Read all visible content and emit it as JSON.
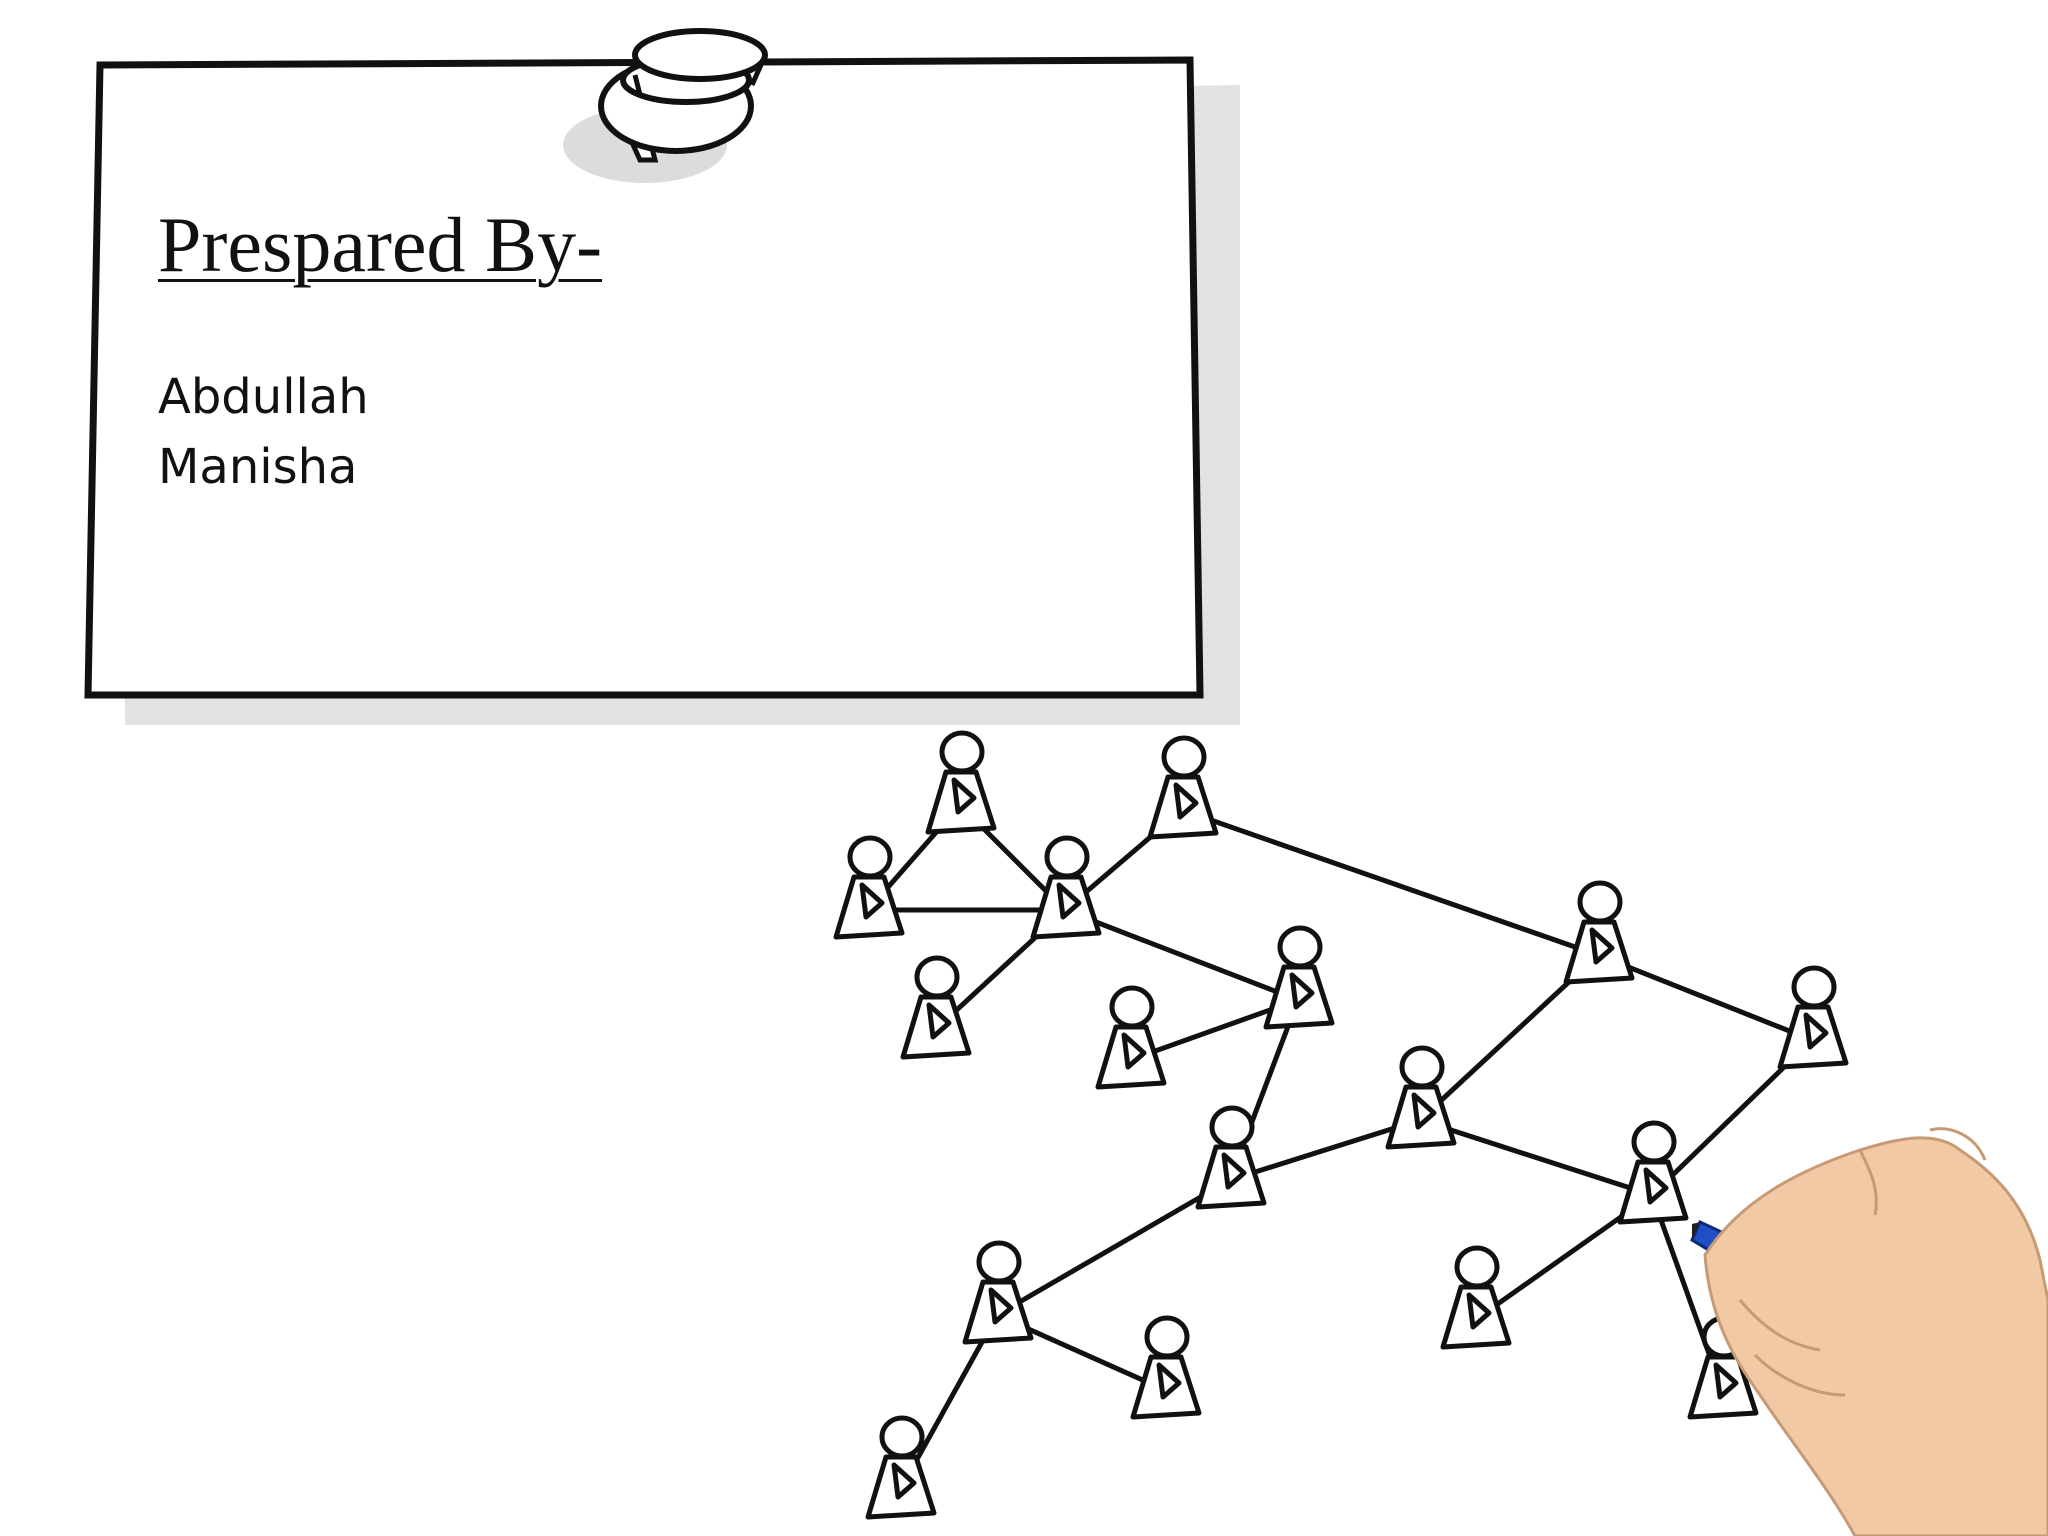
{
  "note": {
    "heading": "Prespared By-",
    "names": [
      "Abdullah",
      "Manisha"
    ]
  },
  "icons": {
    "pin": "pushpin-icon",
    "network": "social-network-illustration",
    "hand": "hand-with-pen-illustration"
  },
  "colors": {
    "background": "#ffffff",
    "ink": "#111111",
    "shadow": "#e2e2e2",
    "pen": "#1f4fc7",
    "skin": "#f1c9a5"
  }
}
